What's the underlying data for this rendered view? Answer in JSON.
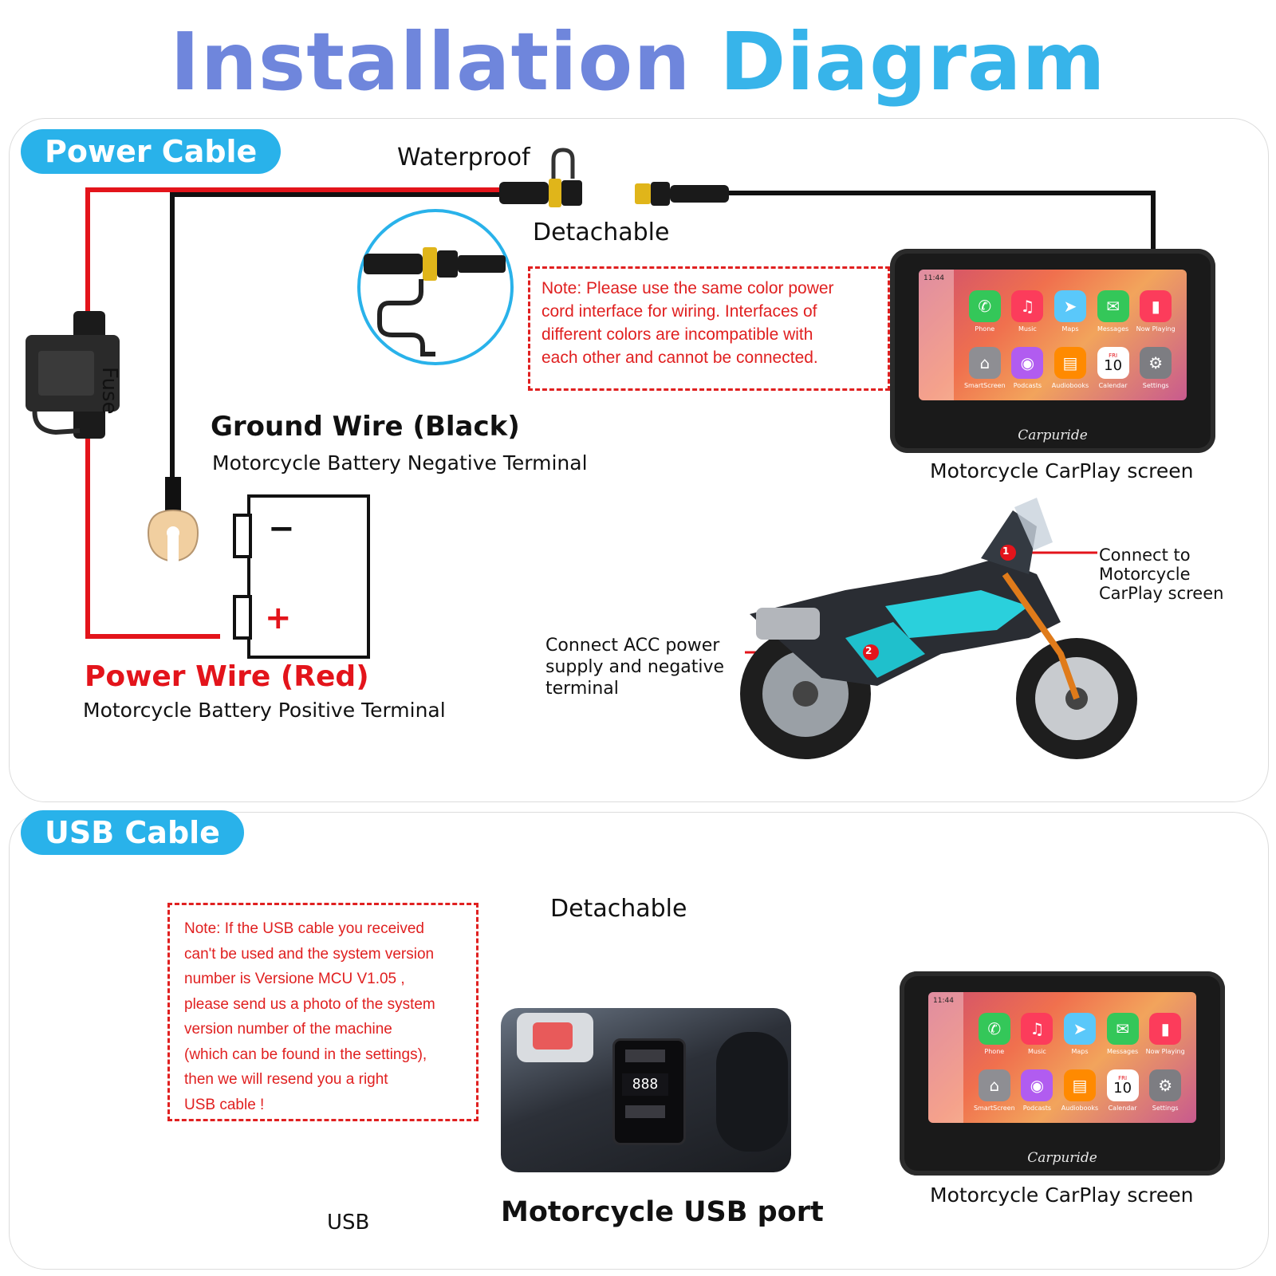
{
  "title": {
    "part1": "Installation",
    "part2": "Diagram"
  },
  "power": {
    "badge": "Power Cable",
    "waterproof": "Waterproof",
    "detachable": "Detachable",
    "fuse": "Fuse",
    "note": "Note: Please use the same color power\ncord interface for wiring. Interfaces of\ndifferent colors are incompatible with\neach other and cannot be connected.",
    "ground_title": "Ground Wire (Black)",
    "ground_sub": "Motorcycle Battery Negative Terminal",
    "power_title": "Power Wire (Red)",
    "power_sub": "Motorcycle Battery Positive Terminal",
    "battery_minus": "−",
    "battery_plus": "+",
    "screen_caption": "Motorcycle CarPlay screen",
    "callout_1_num": "1",
    "callout_1": "Connect to\nMotorcycle\nCarPlay screen",
    "callout_2_num": "2",
    "callout_2": "Connect ACC power\nsupply and negative\nterminal"
  },
  "usb": {
    "badge": "USB Cable",
    "detachable": "Detachable",
    "note": "Note: If the USB cable you received\ncan't be used and the system version\nnumber is Versione MCU V1.05 ,\nplease send us a photo of the system\nversion number of the machine\n(which can be found in the settings),\nthen we will resend you a right\nUSB cable !",
    "usb_label": "USB",
    "port_caption": "Motorcycle USB port",
    "screen_caption": "Motorcycle CarPlay screen"
  },
  "screen": {
    "time": "11:44",
    "brand": "Carpuride",
    "calendar_day": "FRI",
    "calendar_date": "10",
    "apps": [
      {
        "name": "Phone",
        "icon": "phone-icon",
        "color": "#34c759",
        "glyph": "✆"
      },
      {
        "name": "Music",
        "icon": "music-icon",
        "color": "#fc3c5b",
        "glyph": "♫"
      },
      {
        "name": "Maps",
        "icon": "maps-icon",
        "color": "#5ac8fa",
        "glyph": "➤"
      },
      {
        "name": "Messages",
        "icon": "messages-icon",
        "color": "#34c759",
        "glyph": "✉"
      },
      {
        "name": "Now Playing",
        "icon": "now-playing-icon",
        "color": "#fc3c5b",
        "glyph": "▮"
      },
      {
        "name": "SmartScreen",
        "icon": "home-icon",
        "color": "#8e8e93",
        "glyph": "⌂"
      },
      {
        "name": "Podcasts",
        "icon": "podcasts-icon",
        "color": "#b15cf0",
        "glyph": "◉"
      },
      {
        "name": "Audiobooks",
        "icon": "audiobooks-icon",
        "color": "#ff8a00",
        "glyph": "▤"
      },
      {
        "name": "Calendar",
        "icon": "calendar-icon",
        "color": "#ffffff",
        "glyph": ""
      },
      {
        "name": "Settings",
        "icon": "settings-icon",
        "color": "#7d7d82",
        "glyph": "⚙"
      }
    ]
  },
  "colors": {
    "title_left": "#6f86dc",
    "title_right": "#37b4ea",
    "badge": "#29b2ea",
    "red_wire": "#e3141b",
    "note_red": "#e02020"
  }
}
